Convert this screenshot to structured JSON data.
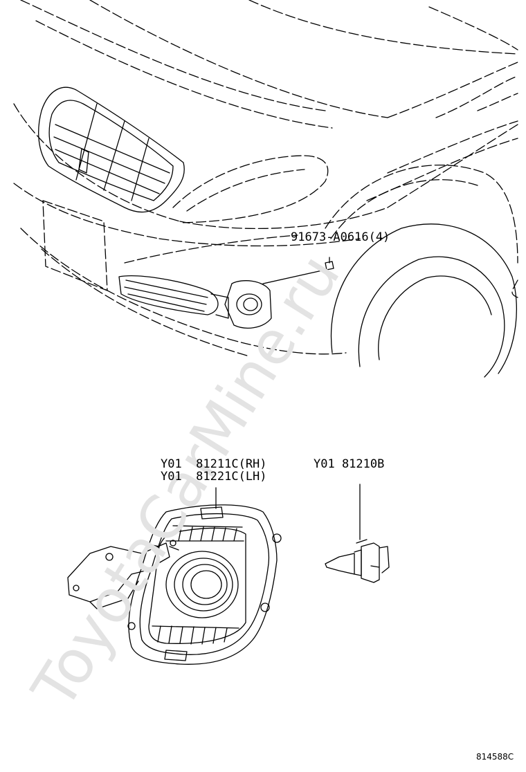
{
  "callouts": {
    "screw": "91673-A0616(4)",
    "lamp_rh": "Y01  81211C(RH)",
    "lamp_lh": "Y01  81221C(LH)",
    "bulb": "Y01 81210B"
  },
  "ref_code": "814588C",
  "watermark": "ToyotaCarMine.ru"
}
